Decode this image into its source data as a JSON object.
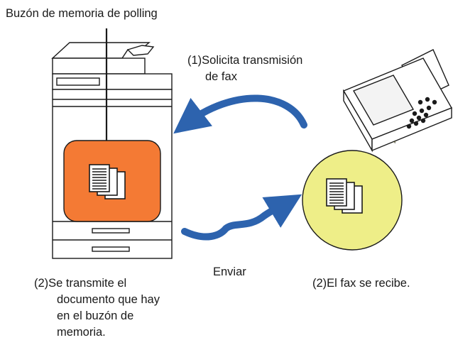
{
  "labels": {
    "polling_box": "Buzón de memoria de polling",
    "step1_line1": "(1)Solicita transmisión",
    "step1_line2": "de fax",
    "step2_left": [
      "(2)Se transmite el",
      "documento que hay",
      "en el buzón de",
      "memoria."
    ],
    "send": "Enviar",
    "step2_right": "(2)El fax se recibe."
  },
  "colors": {
    "memory_box": "#F47A34",
    "fax_bubble": "#EEEE88",
    "arrow": "#2D63AE",
    "line": "#1a1a1a"
  },
  "icons": {
    "copier": "multifunction-printer-icon",
    "fax": "fax-machine-icon",
    "document": "document-stack-icon"
  }
}
